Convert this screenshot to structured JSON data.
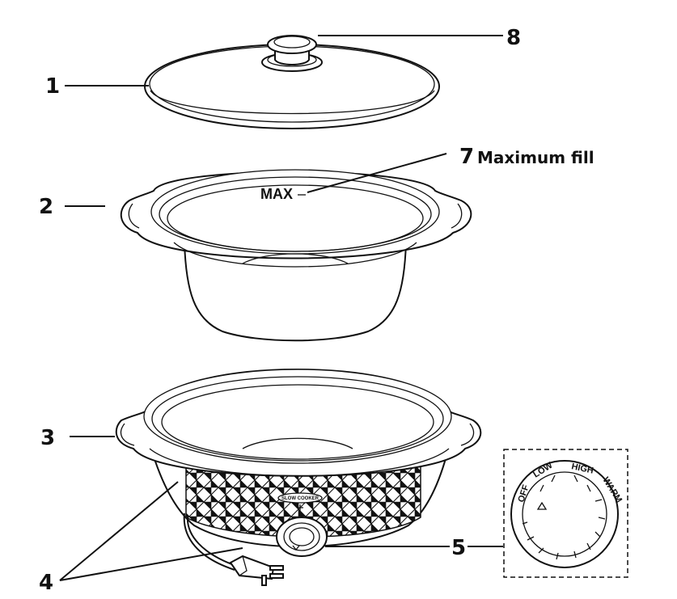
{
  "callouts": {
    "lid": "1",
    "bowl": "2",
    "base": "3",
    "heating": "4",
    "control": "5",
    "max_fill_number": "7",
    "max_fill_text": "Maximum fill",
    "knob": "8"
  },
  "bowl_mark": "MAX",
  "dial_labels": {
    "off": "OFF",
    "low": "LOW",
    "high": "HIGH",
    "warm": "WARM"
  },
  "brand_badge": "SLOW COOKER",
  "colors": {
    "line": "#111111",
    "background": "#ffffff"
  }
}
